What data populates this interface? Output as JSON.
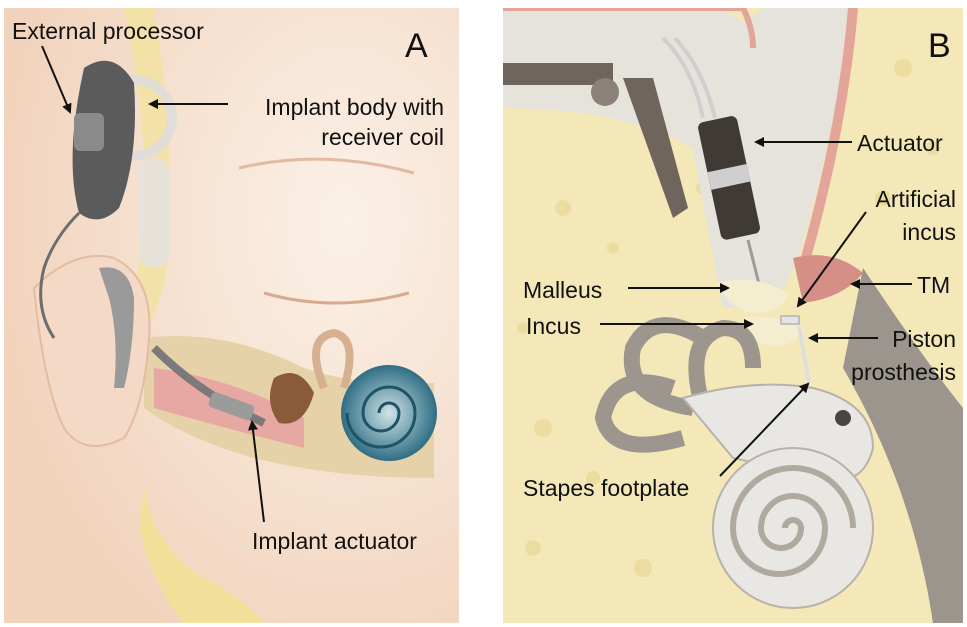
{
  "panel_a": {
    "letter": "A",
    "labels": {
      "external_processor": "External processor",
      "implant_body_line1": "Implant body with",
      "implant_body_line2": "receiver coil",
      "implant_actuator": "Implant actuator"
    }
  },
  "panel_b": {
    "letter": "B",
    "labels": {
      "actuator": "Actuator",
      "artificial_incus_line1": "Artificial",
      "artificial_incus_line2": "incus",
      "tm": "TM",
      "malleus": "Malleus",
      "incus": "Incus",
      "piston_line1": "Piston",
      "piston_line2": "prosthesis",
      "stapes_footplate": "Stapes footplate"
    }
  },
  "colors": {
    "skin": "#f9ecdf",
    "bone": "#f4e8b8",
    "canal": "#e9e6e1",
    "cochlea_blue": "#3a7f95",
    "device_dark": "#555555",
    "tm_pink": "#d58f86"
  }
}
